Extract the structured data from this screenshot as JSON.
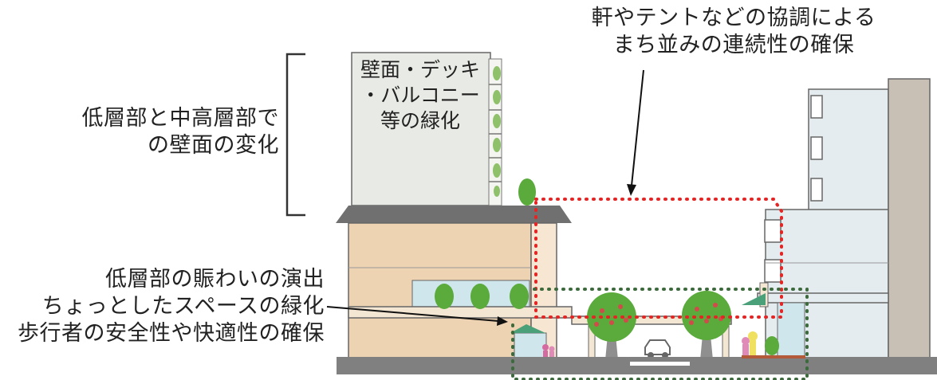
{
  "labels": {
    "wall_change": [
      "低層部と中高層部で",
      "の壁面の変化"
    ],
    "greening": [
      "壁面・デッキ",
      "・バルコニー",
      "等の緑化"
    ],
    "eaves": [
      "軒やテントなどの協調による",
      "まち並みの連続性の確保"
    ],
    "lower": [
      "低層部の賑わいの演出",
      "ちょっとしたスペースの緑化",
      "歩行者の安全性や快適性の確保"
    ]
  },
  "colors": {
    "upper_building": "#e8ebe5",
    "lower_building": "#eed3b3",
    "roof": "#707070",
    "ground": "#808080",
    "right_building": "#e4ecf0",
    "right_tower": "#c8bfb5",
    "tree_green": "#5aaa3c",
    "tree_trunk": "#8f8f8f",
    "red_dots": "#e52424",
    "green_dots": "#3c6a3c",
    "awning": "#4aa078"
  }
}
